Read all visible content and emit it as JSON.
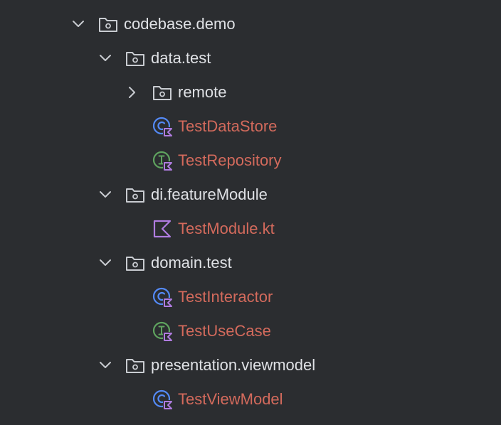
{
  "colors": {
    "background": "#2b2d30",
    "folder_text": "#dfe1e5",
    "modified_file_text": "#d36a5c",
    "class_icon": "#548af7",
    "interface_icon": "#5fa35f",
    "kotlin_badge": "#b07ce0"
  },
  "tree": {
    "root": {
      "label": "codebase.demo",
      "icon": "package-folder-icon",
      "expanded": true
    },
    "items": [
      {
        "label": "data.test",
        "icon": "package-folder-icon",
        "expanded": true
      },
      {
        "label": "remote",
        "icon": "package-folder-icon",
        "expanded": false
      },
      {
        "label": "TestDataStore",
        "icon": "kotlin-class-icon"
      },
      {
        "label": "TestRepository",
        "icon": "kotlin-interface-icon"
      },
      {
        "label": "di.featureModule",
        "icon": "package-folder-icon",
        "expanded": true
      },
      {
        "label": "TestModule.kt",
        "icon": "kotlin-file-icon"
      },
      {
        "label": "domain.test",
        "icon": "package-folder-icon",
        "expanded": true
      },
      {
        "label": "TestInteractor",
        "icon": "kotlin-class-icon"
      },
      {
        "label": "TestUseCase",
        "icon": "kotlin-interface-icon"
      },
      {
        "label": "presentation.viewmodel",
        "icon": "package-folder-icon",
        "expanded": true
      },
      {
        "label": "TestViewModel",
        "icon": "kotlin-class-icon"
      }
    ]
  }
}
